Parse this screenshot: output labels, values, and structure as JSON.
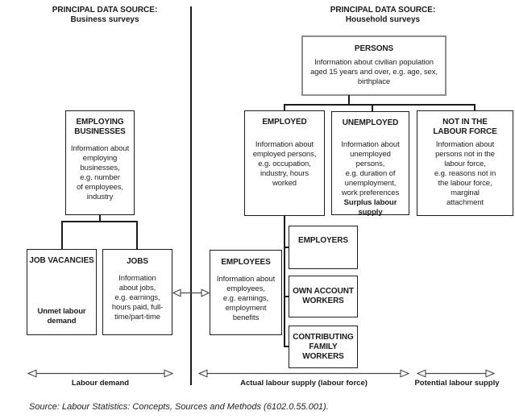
{
  "headers": {
    "business": {
      "line1": "PRINCIPAL DATA SOURCE:",
      "line2": "Business surveys"
    },
    "household": {
      "line1": "PRINCIPAL DATA SOURCE:",
      "line2": "Household surveys"
    }
  },
  "boxes": {
    "persons": {
      "title": "PERSONS",
      "body": "Information about civilian population\naged 15 years and over, e.g. age, sex,\nbirthplace"
    },
    "employing_businesses": {
      "title": "EMPLOYING\nBUSINESSES",
      "body": "Information about\nemploying\nbusinesses,\ne.g. number\nof employees,\nindustry"
    },
    "employed": {
      "title": "EMPLOYED",
      "body": "Information about\nemployed persons,\ne.g. occupation,\nindustry, hours\nworked"
    },
    "unemployed": {
      "title": "UNEMPLOYED",
      "body": "Information about\nunemployed\npersons,\ne.g. duration of\nunemployment,\nwork preferences",
      "emphasis": "Surplus labour\nsupply"
    },
    "not_in_labour_force": {
      "title": "NOT IN THE\nLABOUR FORCE",
      "body": "Information about\npersons not in the\nlabour force,\ne.g. reasons not in\nthe labour force,\nmarginal\nattachment"
    },
    "job_vacancies": {
      "title": "JOB VACANCIES",
      "emphasis": "Unmet labour\ndemand"
    },
    "jobs": {
      "title": "JOBS",
      "body": "Information\nabout jobs,\ne.g. earnings,\nhours paid, full-\ntime/part-time"
    },
    "employees": {
      "title": "EMPLOYEES",
      "body": "Information about\nemployees,\ne.g. earnings,\nemployment\nbenefits"
    },
    "employers": {
      "title": "EMPLOYERS"
    },
    "own_account_workers": {
      "title": "OWN ACCOUNT\nWORKERS"
    },
    "contributing_family_workers": {
      "title": "CONTRIBUTING\nFAMILY\nWORKERS"
    }
  },
  "axes": {
    "labour_demand": "Labour demand",
    "actual_labour_supply": "Actual labour supply (labour force)",
    "potential_labour_supply": "Potential labour supply"
  },
  "source_note": "Source: Labour Statistics: Concepts, Sources and Methods (6102.0.55.001).",
  "colors": {
    "line": "#1c1c1c",
    "persons_border": "#8e8e8e",
    "arrow_stroke": "#4a4a4a"
  }
}
